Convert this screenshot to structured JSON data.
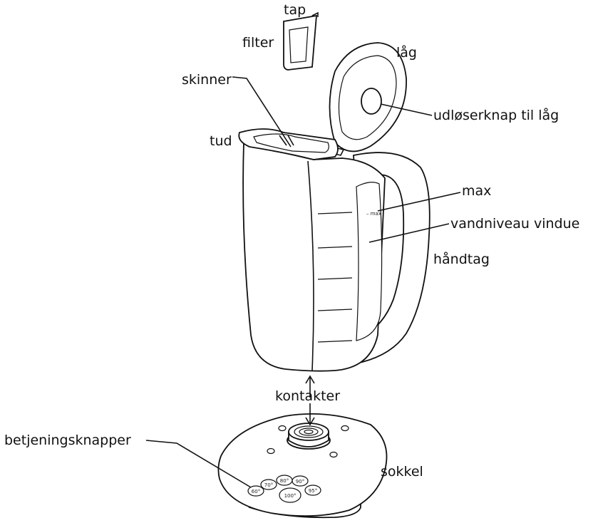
{
  "labels": {
    "tap": "tap",
    "filter": "filter",
    "lid": "låg",
    "rails": "skinner",
    "lid_release": "udløserknap til låg",
    "spout": "tud",
    "max": "max",
    "water_window": "vandniveau vindue",
    "handle": "håndtag",
    "contacts": "kontakter",
    "controls": "betjeningsknapper",
    "base": "sokkel"
  },
  "window_marking": "– max",
  "buttons": {
    "b60": "60°",
    "b70": "70°",
    "b80": "80°",
    "b90": "90°",
    "b95": "95°",
    "b100": "100°"
  }
}
